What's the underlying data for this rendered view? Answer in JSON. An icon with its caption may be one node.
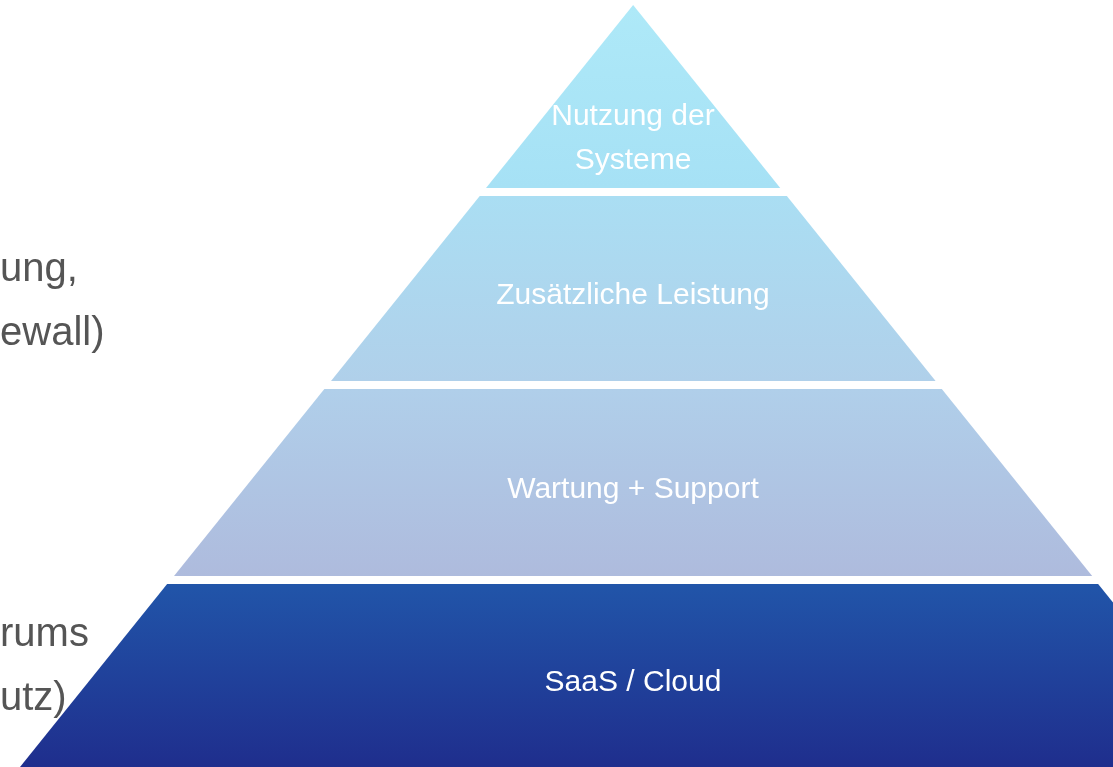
{
  "diagram": {
    "nodes": [
      {
        "text": [
          "Nutzung der Systeme"
        ]
      },
      {
        "text": [
          "Zusätzliche Leistung"
        ]
      },
      {
        "text": [
          "Wartung + Support"
        ]
      },
      {
        "text": [
          "SaaS / Cloud"
        ]
      }
    ],
    "labels": [
      "ung, ewall)",
      "rums utz)"
    ]
  }
}
